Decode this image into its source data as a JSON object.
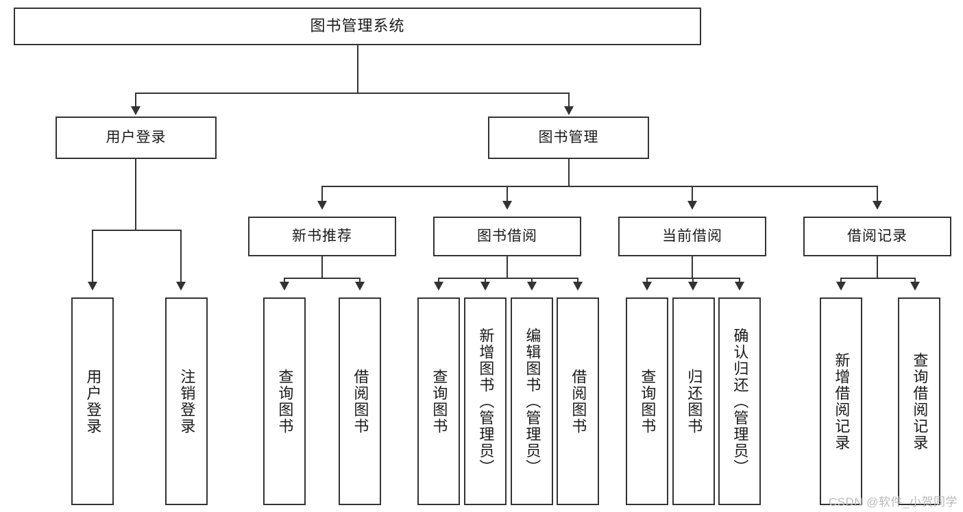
{
  "diagram": {
    "type": "tree",
    "title": "图书管理系统",
    "watermark": "CSDN @软件_小贺同学",
    "colors": {
      "stroke": "#333333",
      "background": "#ffffff",
      "text": "#1a1a1a",
      "watermark": "#b9b9b9"
    },
    "root": {
      "label": "图书管理系统"
    },
    "level2": [
      {
        "label": "用户登录"
      },
      {
        "label": "图书管理"
      }
    ],
    "level3": [
      {
        "label": "新书推荐"
      },
      {
        "label": "图书借阅"
      },
      {
        "label": "当前借阅"
      },
      {
        "label": "借阅记录"
      }
    ],
    "leaves": {
      "user_login": [
        {
          "label": "用户登录"
        },
        {
          "label": "注销登录"
        }
      ],
      "new_book": [
        {
          "label": "查询图书"
        },
        {
          "label": "借阅图书"
        }
      ],
      "borrow_book": [
        {
          "label": "查询图书"
        },
        {
          "label": "新增图书（管理员）"
        },
        {
          "label": "编辑图书（管理员）"
        },
        {
          "label": "借阅图书"
        }
      ],
      "current_borrow": [
        {
          "label": "查询图书"
        },
        {
          "label": "归还图书"
        },
        {
          "label": "确认归还（管理员）"
        }
      ],
      "borrow_record": [
        {
          "label": "新增借阅记录"
        },
        {
          "label": "查询借阅记录"
        }
      ]
    }
  }
}
